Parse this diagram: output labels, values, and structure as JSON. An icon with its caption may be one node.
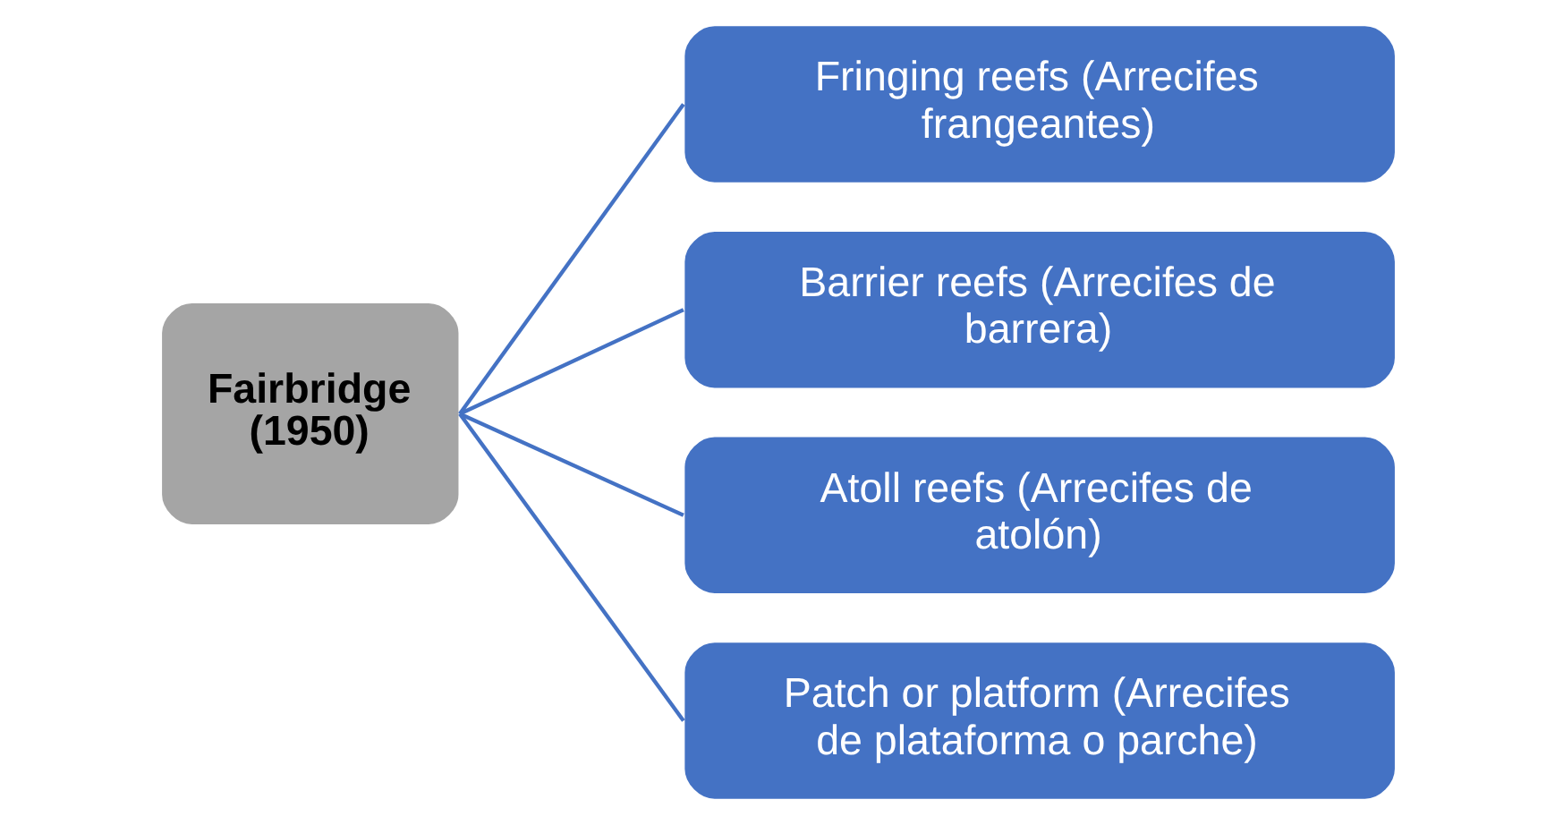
{
  "diagram": {
    "nodes": [
      {
        "text": [
          "Fairbridge (1950)"
        ]
      },
      {
        "text": [
          "Fringing reefs (Arrecifes frangeantes)"
        ]
      },
      {
        "text": [
          "Barrier reefs (Arrecifes de barrera)"
        ]
      },
      {
        "text": [
          "Atoll reefs (Arrecifes de atolón)"
        ]
      },
      {
        "text": [
          "Patch or platform (Arrecifes de plataforma o parche)"
        ]
      }
    ],
    "edges": [
      {
        "from": 0,
        "to": 1,
        "arrow": "none"
      },
      {
        "from": 0,
        "to": 2,
        "arrow": "none"
      },
      {
        "from": 0,
        "to": 3,
        "arrow": "none"
      },
      {
        "from": 0,
        "to": 4,
        "arrow": "none"
      }
    ]
  }
}
